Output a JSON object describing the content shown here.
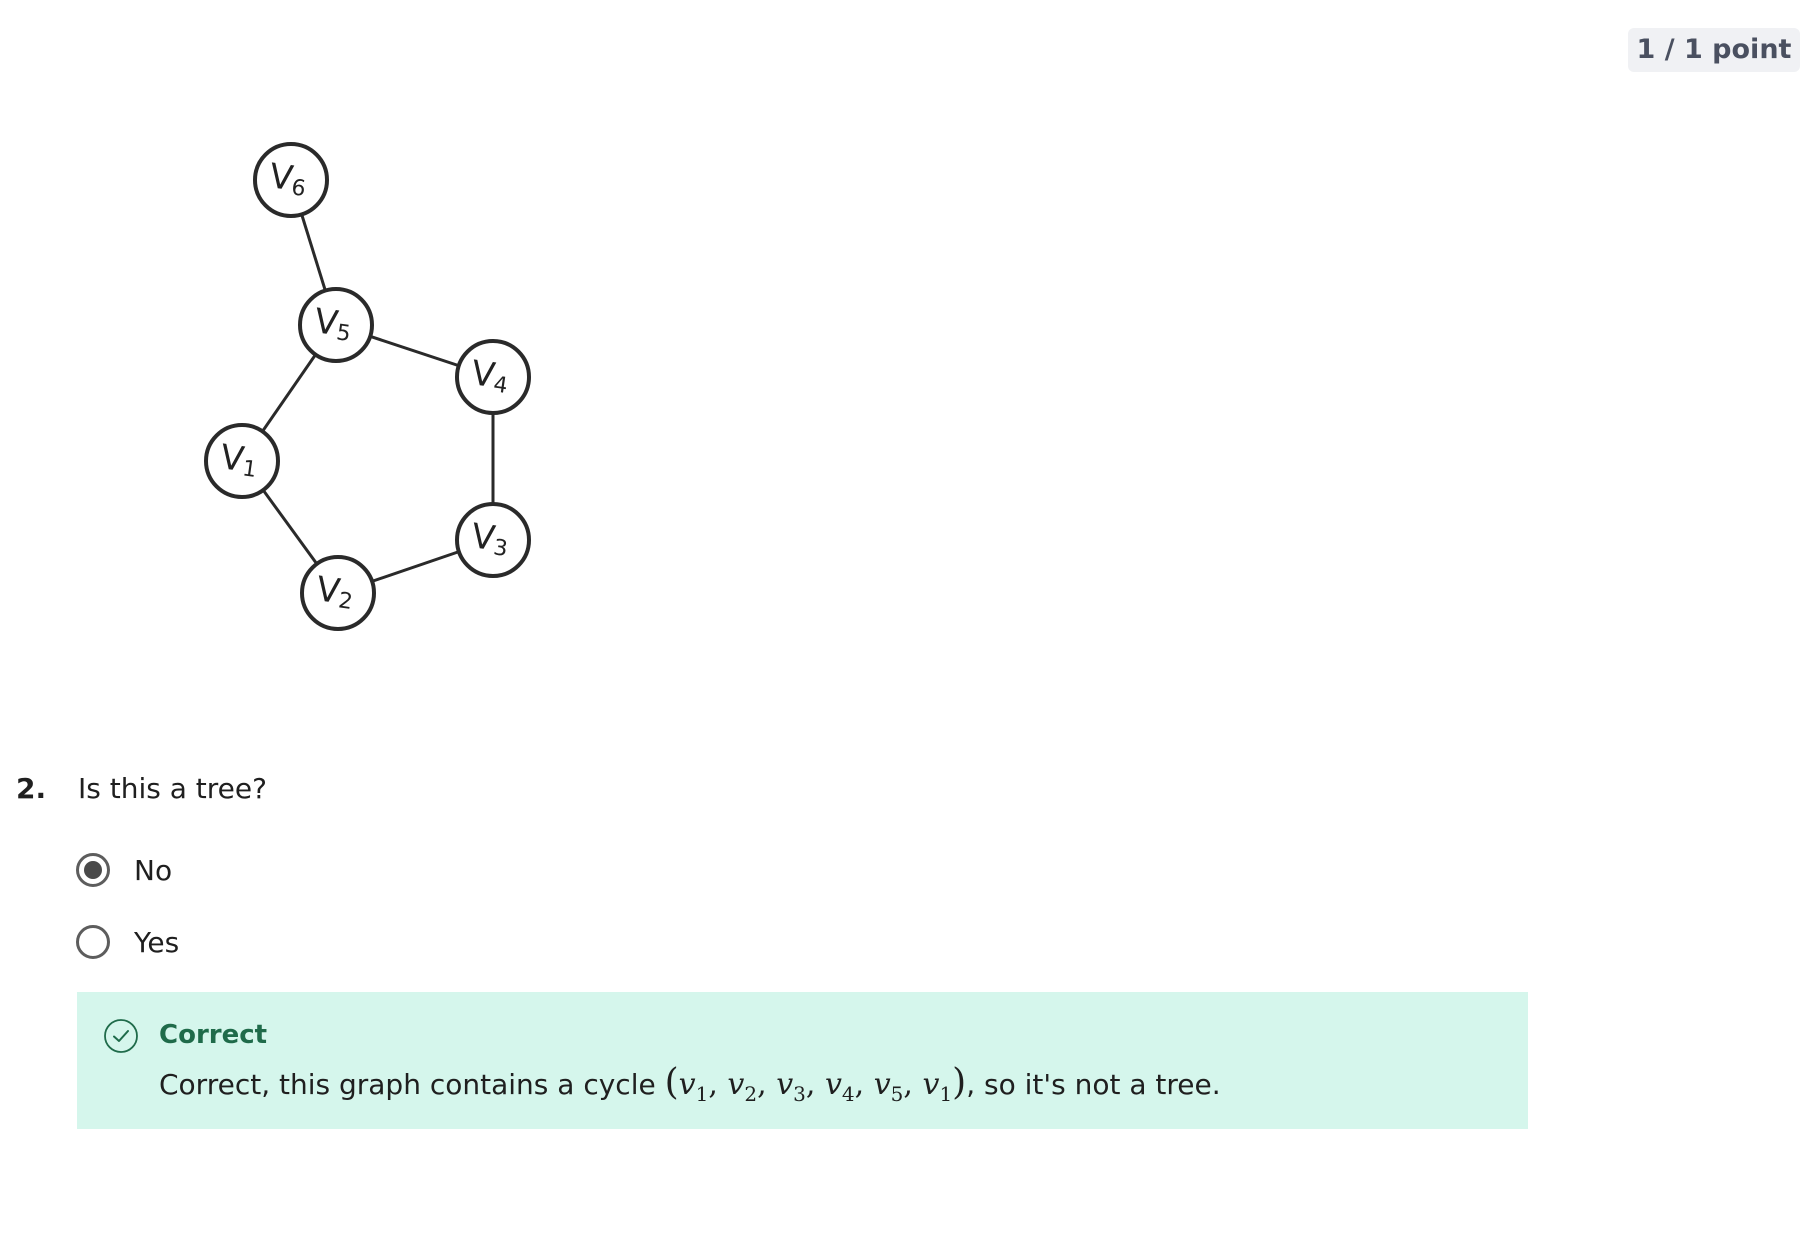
{
  "score": {
    "label": "1 / 1 point"
  },
  "graph": {
    "nodes": [
      {
        "id": "v6",
        "letter": "V",
        "sub": "6"
      },
      {
        "id": "v5",
        "letter": "V",
        "sub": "5"
      },
      {
        "id": "v4",
        "letter": "V",
        "sub": "4"
      },
      {
        "id": "v1",
        "letter": "V",
        "sub": "1"
      },
      {
        "id": "v3",
        "letter": "V",
        "sub": "3"
      },
      {
        "id": "v2",
        "letter": "V",
        "sub": "2"
      }
    ],
    "edges": [
      [
        "v6",
        "v5"
      ],
      [
        "v5",
        "v4"
      ],
      [
        "v5",
        "v1"
      ],
      [
        "v4",
        "v3"
      ],
      [
        "v1",
        "v2"
      ],
      [
        "v2",
        "v3"
      ]
    ]
  },
  "question": {
    "number": "2.",
    "text": "Is this a tree?",
    "options": [
      {
        "label": "No",
        "selected": true
      },
      {
        "label": "Yes",
        "selected": false
      }
    ]
  },
  "feedback": {
    "status": "Correct",
    "text_before": "Correct, this graph contains a cycle ",
    "cycle": [
      {
        "letter": "v",
        "sub": "1"
      },
      {
        "letter": "v",
        "sub": "2"
      },
      {
        "letter": "v",
        "sub": "3"
      },
      {
        "letter": "v",
        "sub": "4"
      },
      {
        "letter": "v",
        "sub": "5"
      },
      {
        "letter": "v",
        "sub": "1"
      }
    ],
    "text_after": ", so it's not a tree."
  },
  "colors": {
    "feedback_bg": "#d5f6ec",
    "feedback_title": "#1f6b4a",
    "badge_bg": "#f0f1f4"
  }
}
